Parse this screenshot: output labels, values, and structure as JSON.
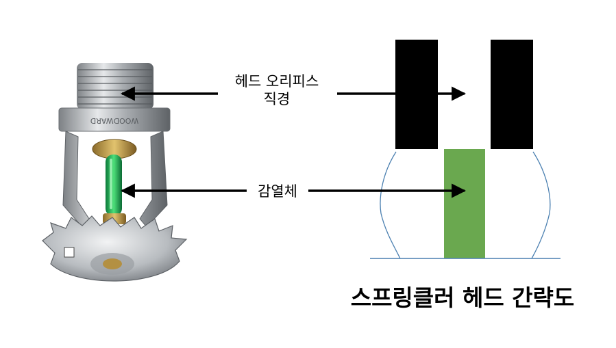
{
  "labels": {
    "orifice_line1": "헤드 오리피스",
    "orifice_line2": "직경",
    "bulb": "감열체"
  },
  "title": "스프링클러 헤드 간략도",
  "colors": {
    "bulb_green": "#6aa84f",
    "blocks": "#000000",
    "outline": "#4a7fb0",
    "arrow": "#000000"
  }
}
